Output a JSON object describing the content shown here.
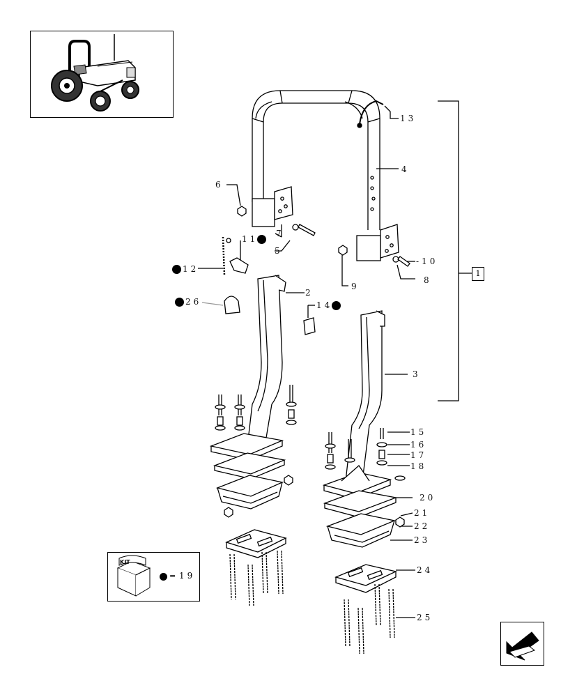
{
  "parts": [
    {
      "id": "p13",
      "text": "13"
    },
    {
      "id": "p4",
      "text": "4"
    },
    {
      "id": "p6",
      "text": "6"
    },
    {
      "id": "p7",
      "text": "7"
    },
    {
      "id": "p5",
      "text": "5"
    },
    {
      "id": "p11",
      "text": "11"
    },
    {
      "id": "p12",
      "text": "12"
    },
    {
      "id": "p9",
      "text": "9"
    },
    {
      "id": "p10",
      "text": "-10"
    },
    {
      "id": "p8",
      "text": "8"
    },
    {
      "id": "p2",
      "text": "2"
    },
    {
      "id": "p26",
      "text": "26"
    },
    {
      "id": "p14",
      "text": "14"
    },
    {
      "id": "p3",
      "text": "3"
    },
    {
      "id": "p15",
      "text": "15"
    },
    {
      "id": "p16",
      "text": "16"
    },
    {
      "id": "p17",
      "text": "17"
    },
    {
      "id": "p18",
      "text": "18"
    },
    {
      "id": "p20",
      "text": "20"
    },
    {
      "id": "p21",
      "text": "21"
    },
    {
      "id": "p22",
      "text": "22"
    },
    {
      "id": "p23",
      "text": "23"
    },
    {
      "id": "p24",
      "text": "24"
    },
    {
      "id": "p25",
      "text": "25"
    }
  ],
  "assembly_ref": "1",
  "kit": {
    "label": "KIT",
    "equals": "=",
    "number": "19"
  },
  "icons": {
    "thumbnail": "tractor-thumbnail",
    "nav": "back-arrow-icon",
    "kit": "kit-box-icon"
  }
}
